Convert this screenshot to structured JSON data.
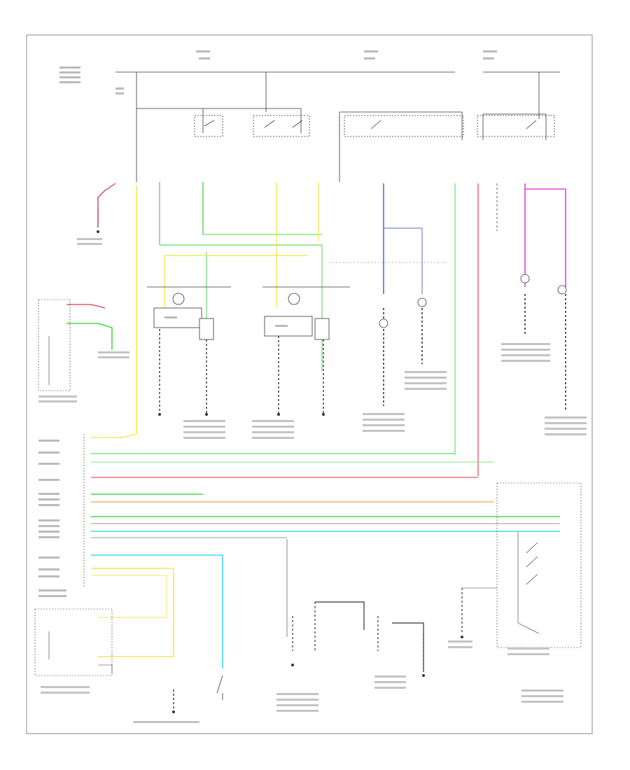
{
  "diagram": {
    "footer_code": "",
    "colors": {
      "red": "#e05a6a",
      "pink_red": "#f07080",
      "green": "#4cd44c",
      "light_green": "#7de07d",
      "yellow": "#f2ea5a",
      "blue": "#5a6adf",
      "magenta": "#e040e0",
      "cyan": "#40d8e8",
      "orange": "#f0b070",
      "dark": "#333333",
      "border": "#999999"
    },
    "wire_colors": [
      "red",
      "green",
      "yellow",
      "blue",
      "magenta",
      "cyan",
      "orange",
      "light_green"
    ]
  }
}
